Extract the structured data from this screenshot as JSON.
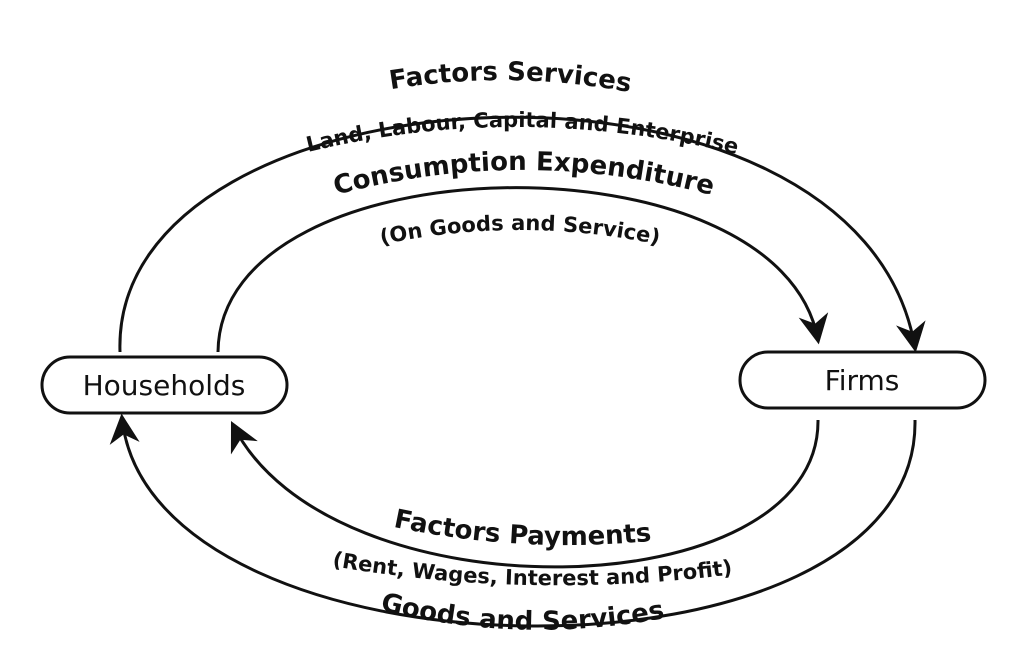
{
  "nodes": {
    "households": "Households",
    "firms": "Firms"
  },
  "flows": {
    "factor_services": {
      "title": "Factors Services",
      "detail": "Land, Labour, Capital and Enterprise"
    },
    "consumption_expenditure": {
      "title": "Consumption Expenditure",
      "detail": "(On Goods and Service)"
    },
    "factor_payments": {
      "title": "Factors Payments",
      "detail": "(Rent, Wages, Interest and Profit)"
    },
    "goods_and_services": {
      "title": "Goods and Services"
    }
  },
  "colors": {
    "line": "#111111",
    "background": "#ffffff"
  }
}
